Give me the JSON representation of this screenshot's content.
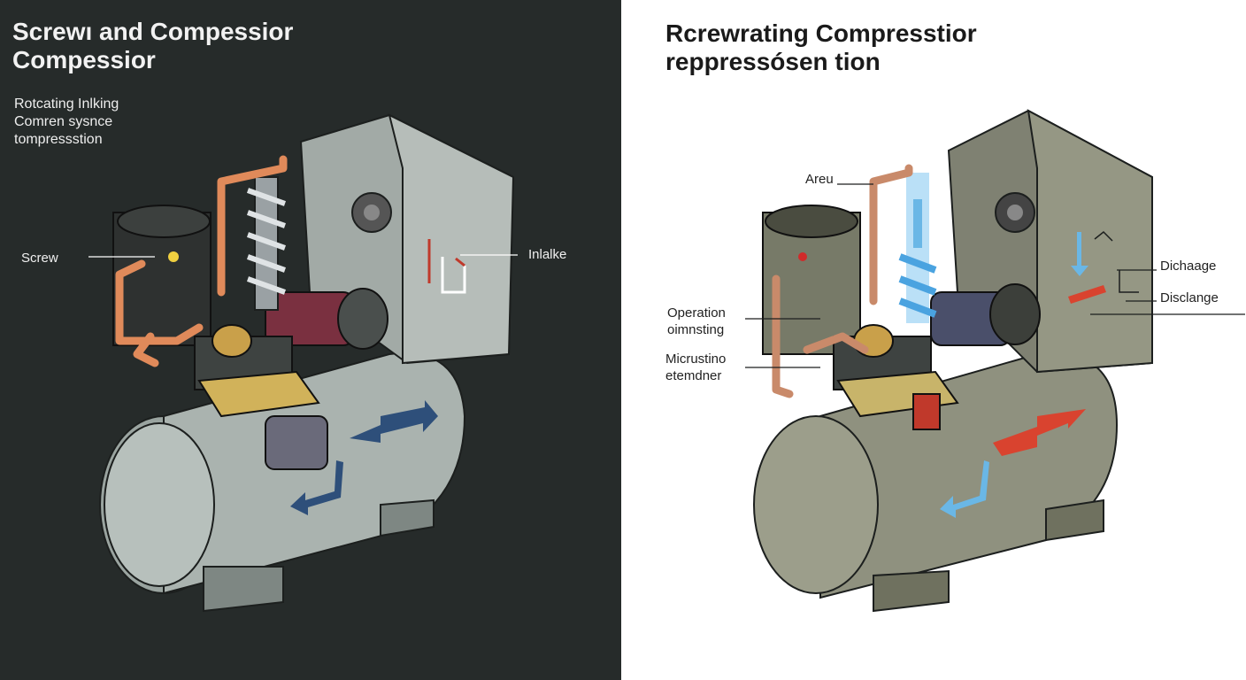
{
  "left_panel": {
    "title_line1": "Screwı and Compessior",
    "title_line2": "Compessior",
    "subtitle_lines": [
      "Rotcating Inlking",
      "Comren sysnce",
      "tompressstion"
    ],
    "labels": {
      "screw": "Screw",
      "intake": "Inlalke"
    },
    "colors": {
      "background": "#262b2a",
      "body": "#a9b2ae",
      "pipe": "#e08a5a",
      "arrow": "#2e4f7a"
    }
  },
  "right_panel": {
    "title_line1": "Rcrewrating Compresstior",
    "title_line2": "reppressósen tion",
    "labels": {
      "areu": "Areu",
      "operation_line1": "Operation",
      "operation_line2": "oimnsting",
      "micrustino_line1": "Micrustino",
      "micrustino_line2": "etemdner",
      "dichaage": "Dichaage",
      "disclange": "Disclange"
    },
    "colors": {
      "background": "#ffffff",
      "body": "#8c8e7e",
      "pipe": "#c98a6a",
      "arrow": "#d9432f",
      "screw": "#6ab7e6"
    }
  }
}
